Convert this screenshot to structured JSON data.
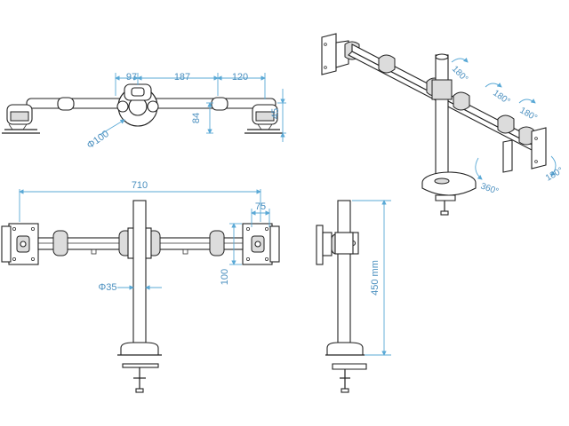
{
  "dimensions": {
    "top_view": {
      "d97": "97",
      "d187": "187",
      "d120": "120",
      "d84": "84",
      "d45": "45",
      "d_phi100": "Φ100"
    },
    "front_view": {
      "d710": "710",
      "d75": "75",
      "d100": "100",
      "d_phi35": "Φ35"
    },
    "side_view": {
      "d450": "450 mm"
    },
    "iso_view": {
      "rot_a": "180°",
      "rot_b": "180°",
      "rot_c": "180°",
      "rot_d": "360°",
      "rot_e": "180°"
    }
  },
  "colors": {
    "dimension": "#5aa9d6",
    "line": "#222222",
    "background": "#ffffff"
  }
}
